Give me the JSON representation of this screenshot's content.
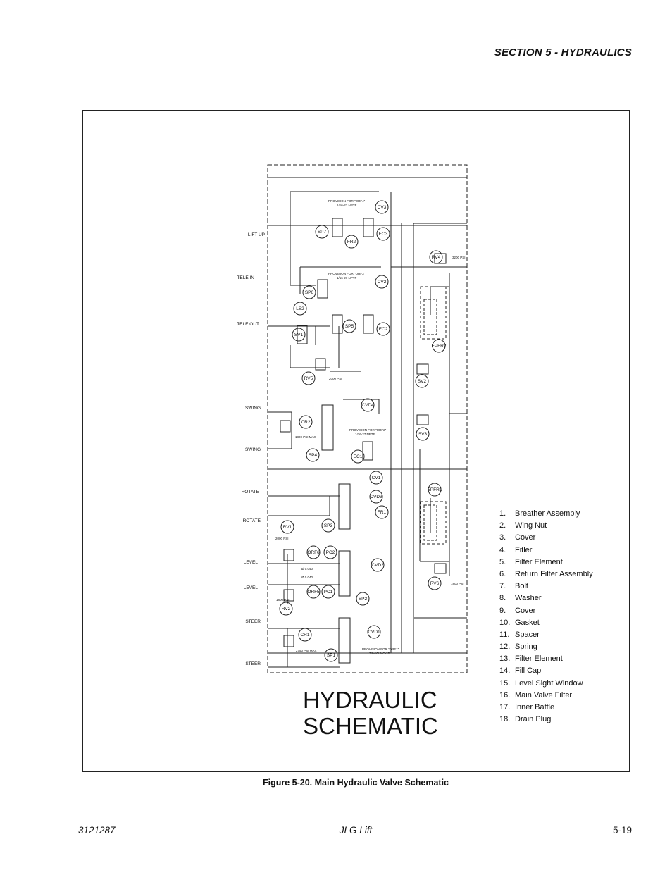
{
  "header": {
    "section_title": "SECTION 5 - HYDRAULICS"
  },
  "schematic": {
    "title_line1": "HYDRAULIC",
    "title_line2": "SCHEMATIC",
    "port_labels": [
      {
        "label": "LIFT UP"
      },
      {
        "label": "TELE IN"
      },
      {
        "label": "TELE OUT"
      },
      {
        "label": "SWING"
      },
      {
        "label": "SWING"
      },
      {
        "label": "ROTATE"
      },
      {
        "label": "ROTATE"
      },
      {
        "label": "LEVEL"
      },
      {
        "label": "LEVEL"
      },
      {
        "label": "STEER"
      },
      {
        "label": "STEER"
      }
    ],
    "components": [
      "CV3",
      "SP7",
      "EC3",
      "FR2",
      "RV4",
      "CV2",
      "SP6",
      "LS2",
      "SP5",
      "EC2",
      "SV1",
      "EPFR2",
      "RV5",
      "SV2",
      "CVD4",
      "CR2",
      "SV3",
      "SP4",
      "EC1",
      "CV1",
      "CVD3",
      "EPFR1",
      "FR1",
      "RV1",
      "SP3",
      "ORF6",
      "PC2",
      "CVD2",
      "ORF5",
      "PC1",
      "RV6",
      "RV2",
      "SP2",
      "CR1",
      "CVD1",
      "SP1"
    ],
    "notes": {
      "provision_orf4": "PROVISION FOR \"ORF4\"",
      "provision_orf3": "PROVISION FOR \"ORF3\"",
      "provision_orf2": "PROVISION FOR \"ORF2\"",
      "provision_orf1": "PROVISION FOR \"ORF1\"",
      "thread_npt": "1/16-27 NPTF",
      "thread_unc": "3/8-16UNC-2B",
      "psi_3200": "3200 PSI",
      "psi_2000": "2000 PSI",
      "psi_1800_max": "1800 PSI MAX",
      "psi_2000b": "2000 PSI",
      "psi_1800": "1800 PSI",
      "psi_2750_max": "2750 PSI MAX",
      "psi_1800b": "1800 PSI",
      "orifice_a": "Ø 0.040",
      "orifice_b": "Ø 0.040"
    }
  },
  "parts_list": [
    {
      "num": "1.",
      "label": "Breather Assembly"
    },
    {
      "num": "2.",
      "label": "Wing Nut"
    },
    {
      "num": "3.",
      "label": "Cover"
    },
    {
      "num": "4.",
      "label": "Fitler"
    },
    {
      "num": "5.",
      "label": "Filter Element"
    },
    {
      "num": "6.",
      "label": "Return Filter Assembly"
    },
    {
      "num": "7.",
      "label": "Bolt"
    },
    {
      "num": "8.",
      "label": "Washer"
    },
    {
      "num": "9.",
      "label": "Cover"
    },
    {
      "num": "10.",
      "label": "Gasket"
    },
    {
      "num": "11.",
      "label": "Spacer"
    },
    {
      "num": "12.",
      "label": "Spring"
    },
    {
      "num": "13.",
      "label": "Filter Element"
    },
    {
      "num": "14.",
      "label": "Fill Cap"
    },
    {
      "num": "15.",
      "label": "Level Sight Window"
    },
    {
      "num": "16.",
      "label": "Main Valve Filter"
    },
    {
      "num": "17.",
      "label": "Inner Baffle"
    },
    {
      "num": "18.",
      "label": "Drain Plug"
    }
  ],
  "figure_caption": "Figure 5-20.  Main Hydraulic Valve Schematic",
  "footer": {
    "doc_number": "3121287",
    "brand": "– JLG Lift –",
    "page": "5-19"
  }
}
